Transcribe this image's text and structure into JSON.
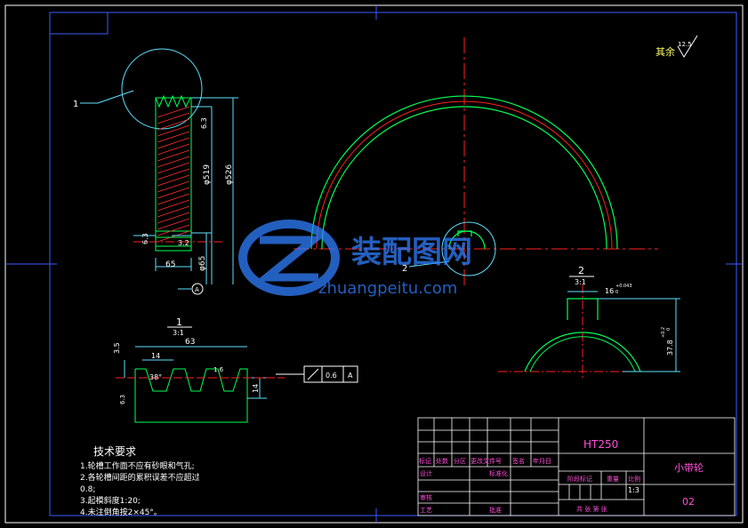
{
  "drawing": {
    "surface_finish_note": "其余",
    "surface_finish_value": "12.5",
    "section_label_1": "1",
    "section_scale_1": "3:1",
    "section_label_2": "2",
    "section_scale_2": "3:1"
  },
  "dimensions": {
    "d519": "φ519",
    "d526": "φ526",
    "r63": "6.3",
    "r32": "3.2",
    "r63b": "6.3",
    "w65": "65",
    "d65": "φ65",
    "w63": "63",
    "w14": "14",
    "h35": "3.5",
    "a38": "38°",
    "r16": "1.6",
    "h14": "14",
    "r63c": "6.3",
    "key16": "16",
    "key16_tol_upper": "+0.043",
    "key16_tol_lower": "0",
    "key378": "37.8",
    "key378_tol_upper": "+0.2",
    "key378_tol_lower": "0",
    "tol_value": "0.6",
    "tol_datum": "A",
    "callout1": "1",
    "callout2": "2"
  },
  "notes": {
    "title": "技术要求",
    "lines": [
      "1.轮槽工作面不应有砂眼和气孔;",
      "2.各轮槽间距的累积误差不应超过",
      "0.8;",
      "3.起模斜度1:20;",
      "4.未注倒角按2×45°。"
    ]
  },
  "titleblock": {
    "material": "HT250",
    "part_name": "小带轮",
    "drawing_no": "02",
    "scale": "1:3",
    "header_labels": [
      "标记",
      "处数",
      "分区",
      "更改文件号",
      "签名",
      "年月日"
    ],
    "design": "设计",
    "standard": "标准化",
    "review": "审核",
    "process": "工艺",
    "approve": "批准",
    "stage_mark": "阶段标记",
    "weight": "重量",
    "ratio": "比例",
    "sheets": "共  张  第  张"
  },
  "watermark": {
    "cn": "装配图网",
    "en": "zhuangpeitu.com"
  },
  "colors": {
    "frame": "#3a5cff",
    "outline": "#00ff55",
    "center": "#ff2020",
    "dim": "#5fe0ff",
    "text": "#ffffff",
    "titlebox": "#ff4fd8"
  }
}
